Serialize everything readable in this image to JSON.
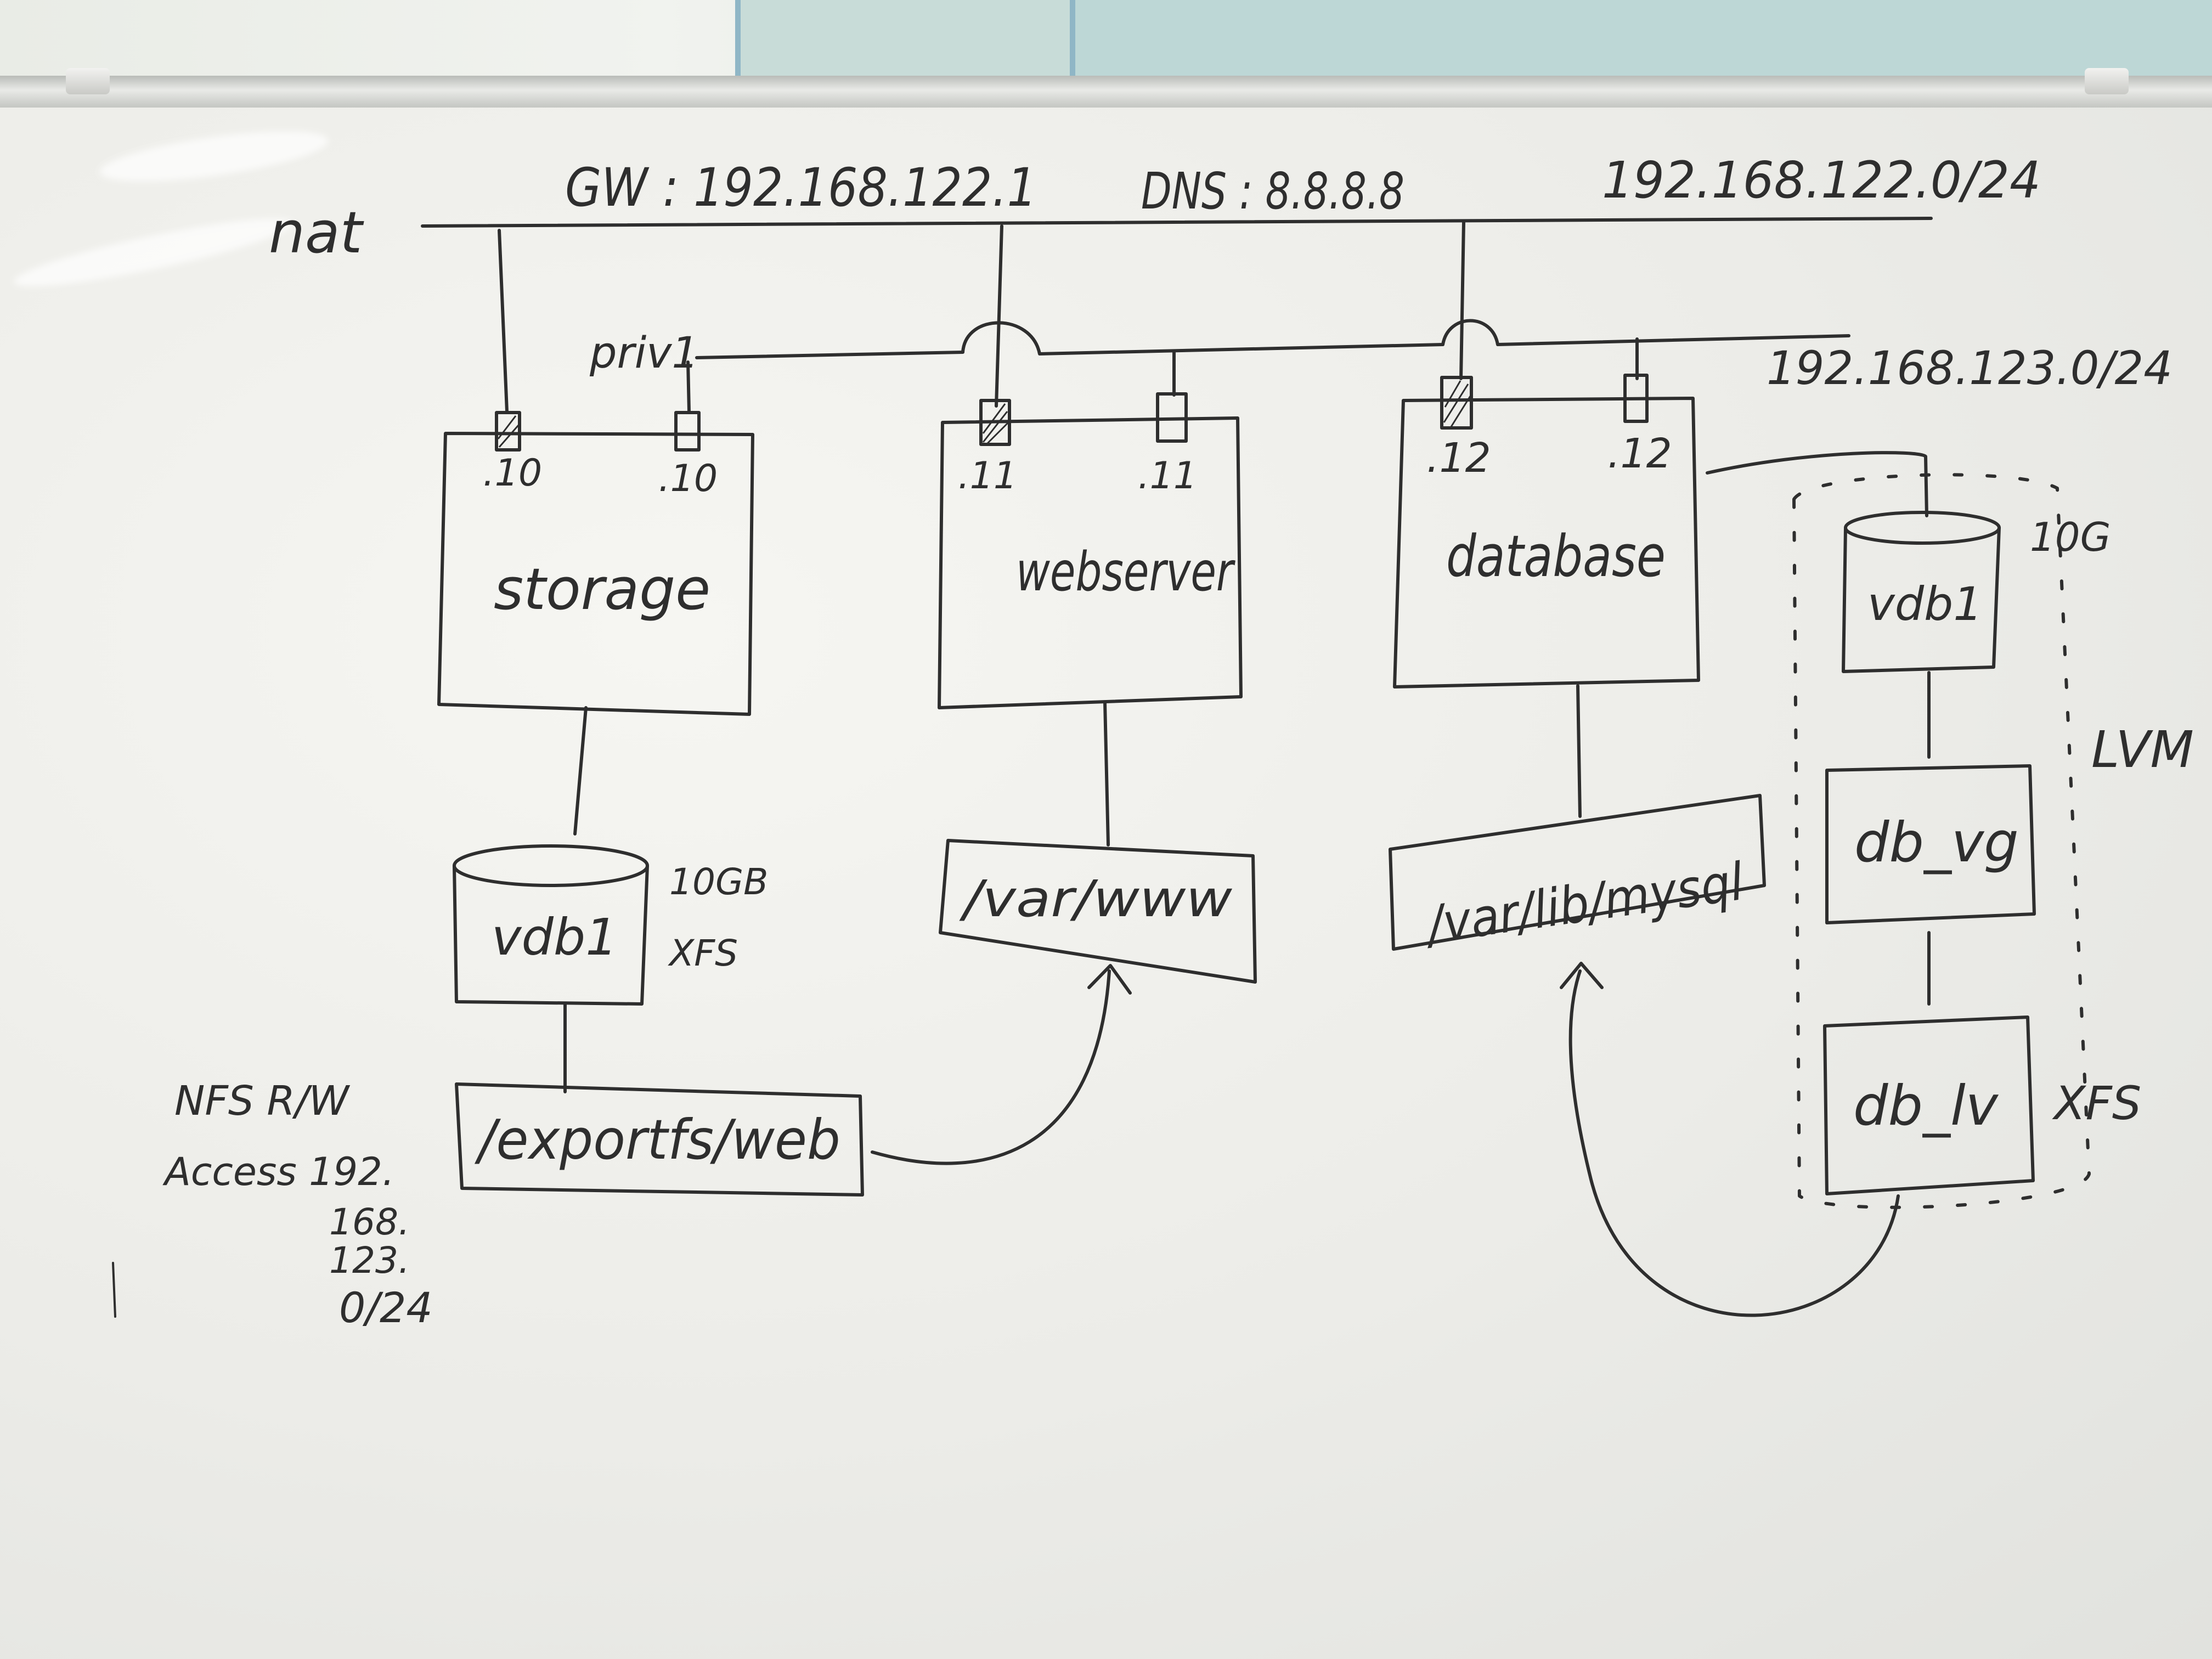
{
  "board": {
    "nat_label": "nat",
    "gw_label": "GW : 192.168.122.1",
    "dns_label": "DNS : 8.8.8.8",
    "nat_subnet": "192.168.122.0/24",
    "priv_label": "priv1",
    "priv_subnet": "192.168.123.0/24"
  },
  "hosts": [
    {
      "name": "storage",
      "nic1": ".10",
      "nic2": ".10"
    },
    {
      "name": "webserver",
      "nic1": ".11",
      "nic2": ".11"
    },
    {
      "name": "database",
      "nic1": ".12",
      "nic2": ".12"
    }
  ],
  "storage_disk": {
    "name": "vdb1",
    "size": "10GB",
    "fs": "XFS"
  },
  "storage_export": {
    "path": "/exportfs/web",
    "nfs_note": "NFS R/W",
    "access_lines": [
      "Access 192.",
      "168.",
      "123.",
      "0/24"
    ]
  },
  "web_mount": "/var/www",
  "db_mount": "/var/lib/mysql",
  "lvm": {
    "label": "LVM",
    "disk": "vdb1",
    "disk_size": "10G",
    "vg": "db_vg",
    "lv": "db_lv",
    "lv_fs": "XFS"
  },
  "colors": {
    "ink": "#2e2e2e",
    "board": "#efefeb"
  }
}
